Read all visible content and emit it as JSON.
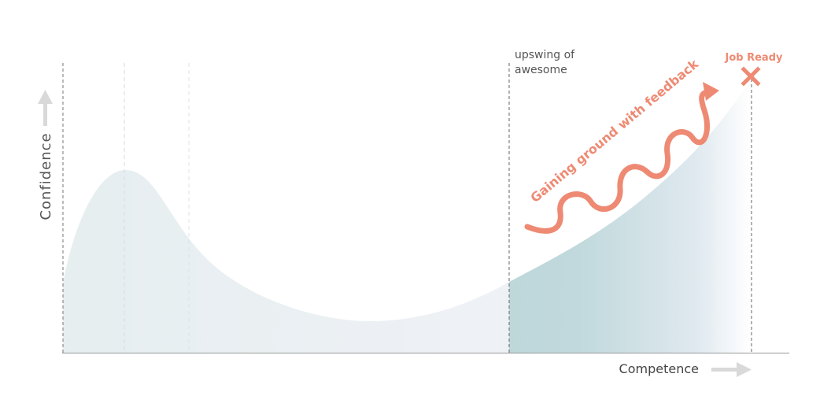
{
  "diagram": {
    "y_axis_label": "Confidence",
    "x_axis_label": "Competence",
    "annotation_upswing_line1": "upswing of",
    "annotation_upswing_line2": "awesome",
    "annotation_gaining": "Gaining ground with feedback",
    "annotation_job_ready": "Job Ready"
  },
  "colors": {
    "accent": "#ee8a73",
    "curve_fill_light": "#e7eef0",
    "curve_fill_dark": "#b4d2d4",
    "axis_arrow": "#d9d9d9",
    "text": "#555555"
  },
  "icons": {
    "confidence_arrow": "arrow-up-icon",
    "competence_arrow": "arrow-right-icon",
    "goal_marker": "x-mark-icon",
    "wave_arrow": "wavy-arrow-icon"
  }
}
